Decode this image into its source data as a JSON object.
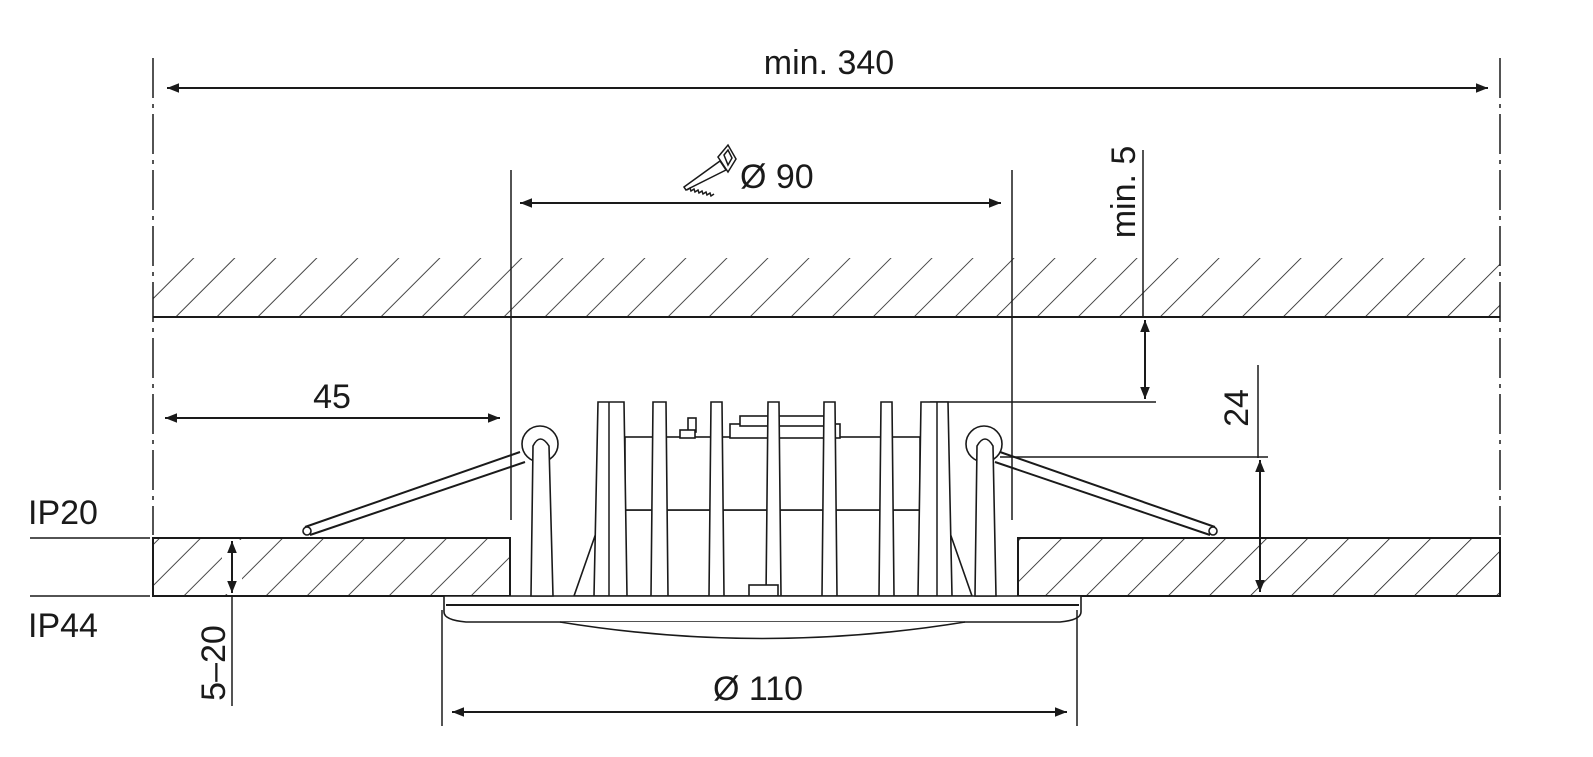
{
  "drawing": {
    "dimensions": {
      "overall_width": "min. 340",
      "cutout_diameter": "Ø 90",
      "min_clearance": "min. 5",
      "height": "24",
      "edge_distance": "45",
      "ceiling_thickness": "5–20",
      "bezel_diameter": "Ø 110"
    },
    "protection_ratings": {
      "above": "IP20",
      "below": "IP44"
    },
    "icons": {
      "cutout": "saw-icon"
    },
    "colors": {
      "line": "#1a1a1a",
      "background": "#ffffff"
    }
  }
}
